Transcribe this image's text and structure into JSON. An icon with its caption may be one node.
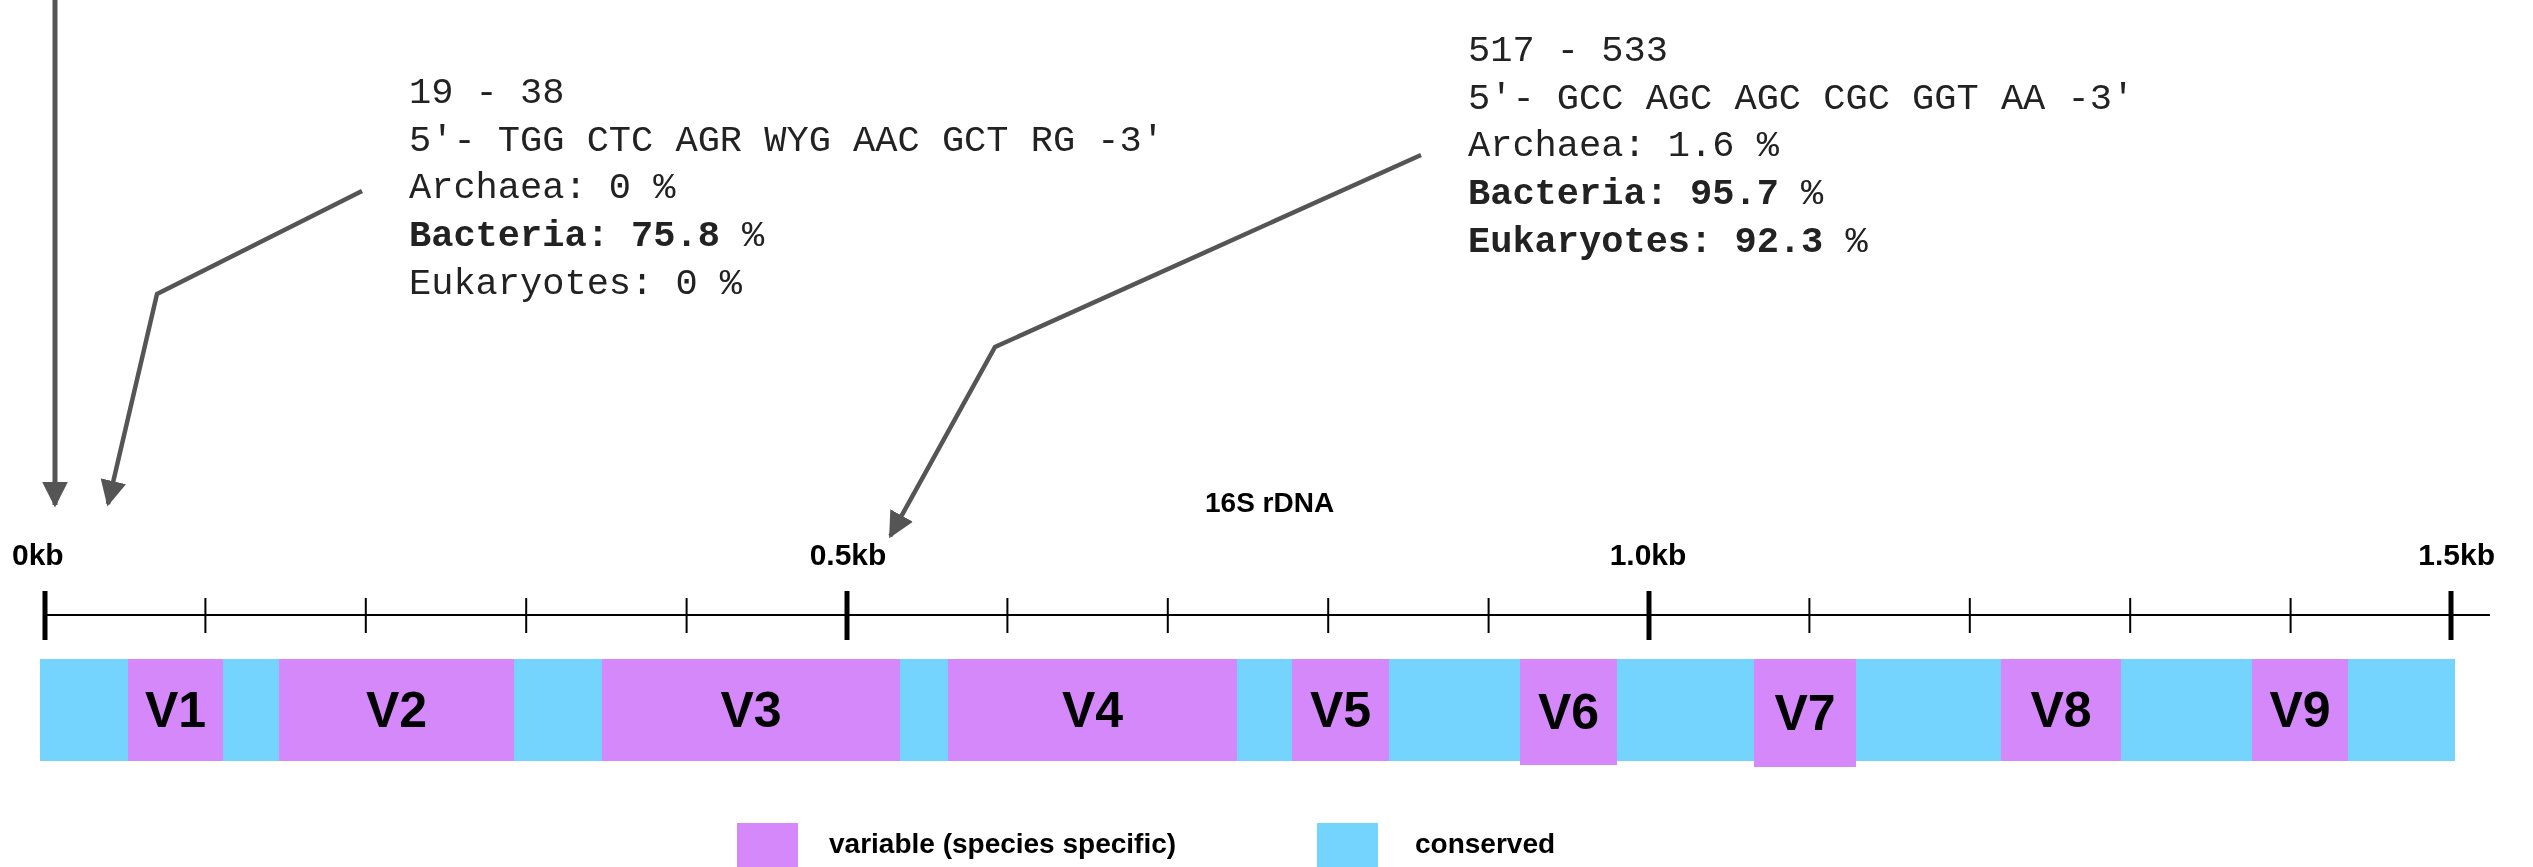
{
  "diagram": {
    "title": "16S rDNA",
    "nodes": [
      {
        "text": [
          "19 - 38",
          "5'- TGG CTC AGR WYG AAC GCT RG -3'",
          "Archaea: 0 %",
          "**Bacteria: 75.8** %",
          "Eukaryotes: 0 %"
        ]
      },
      {
        "text": [
          "517 - 533",
          "5'- GCC AGC AGC CGC GGT AA -3'",
          "Archaea: 1.6 %",
          "**Bacteria: 95.7** %",
          "**Eukaryotes: 92.3** %"
        ]
      },
      {
        "text": [
          "V1"
        ]
      },
      {
        "text": [
          "V2"
        ]
      },
      {
        "text": [
          "V3"
        ]
      },
      {
        "text": [
          "V4"
        ]
      },
      {
        "text": [
          "V5"
        ]
      },
      {
        "text": [
          "V6"
        ]
      },
      {
        "text": [
          "V7"
        ]
      },
      {
        "text": [
          "V8"
        ]
      },
      {
        "text": [
          "V9"
        ]
      },
      {
        "text": [
          "0.5kb"
        ]
      }
    ],
    "edges": [
      {
        "from": 0,
        "to": null,
        "arrow": "to"
      },
      {
        "from": 1,
        "to": 11,
        "arrow": "to"
      }
    ],
    "labels": [
      "0kb",
      "1.0kb",
      "1.5kb"
    ],
    "legend": [
      {
        "text": "variable (species specific)",
        "color": "#d488fa"
      },
      {
        "text": "conserved",
        "color": "#74d4fd"
      }
    ]
  }
}
